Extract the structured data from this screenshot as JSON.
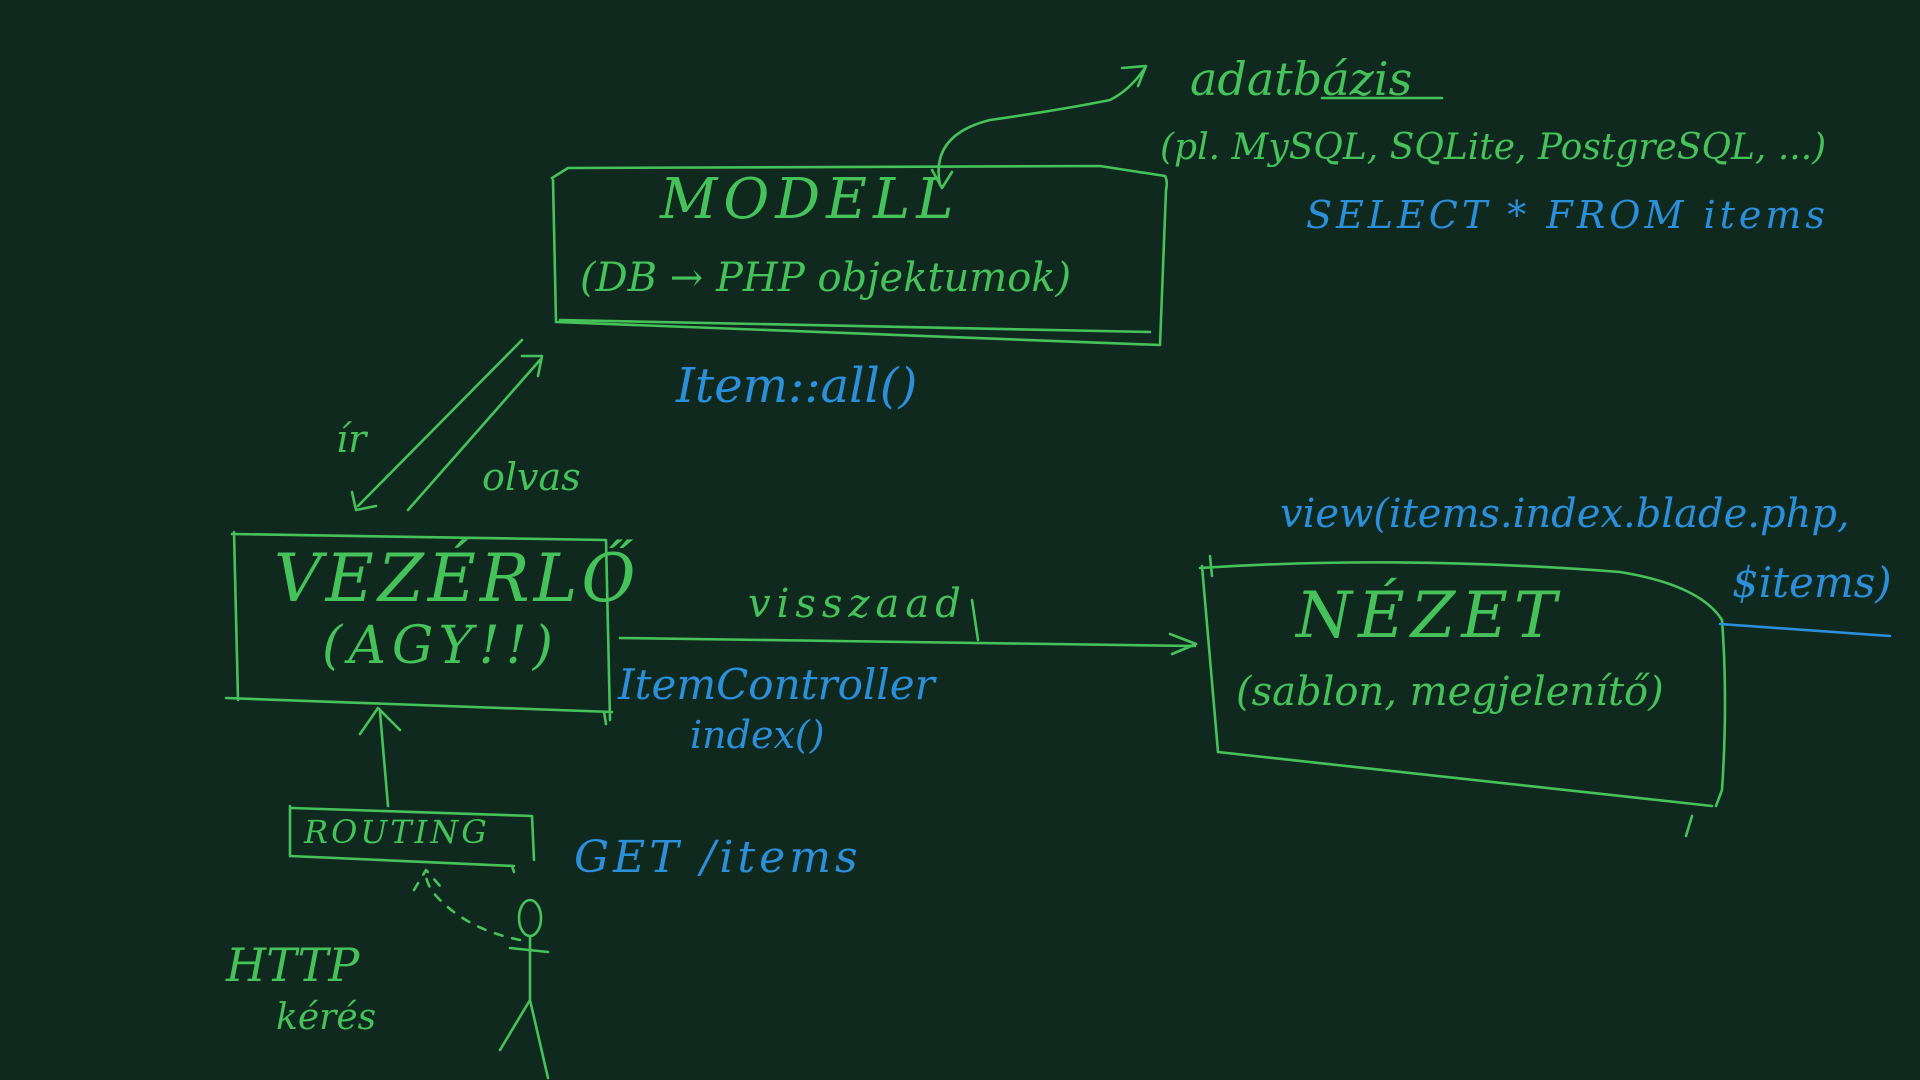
{
  "model": {
    "title": "MODELL",
    "subtitle": "(DB → PHP objektumok)",
    "call": "Item::all()"
  },
  "database": {
    "label": "adatbázis",
    "examples": "(pl. MySQL, SQLite, PostgreSQL, ...)",
    "query": "SELECT * FROM items"
  },
  "controller": {
    "title": "VEZÉRLŐ",
    "subtitle": "(AGY!!)",
    "class_name": "ItemController",
    "method": "index()"
  },
  "arrows": {
    "write": "ír",
    "read": "olvas",
    "returns": "visszaad"
  },
  "view": {
    "title": "NÉZET",
    "subtitle": "(sablon, megjelenítő)",
    "call_line1": "view(items.index.blade.php,",
    "call_line2": "$items)"
  },
  "routing": {
    "label": "ROUTING",
    "request": "GET /items"
  },
  "http": {
    "line1": "HTTP",
    "line2": "kérés"
  },
  "colors": {
    "background": "#10291f",
    "green_ink": "#46c25a",
    "blue_ink": "#2b8fd9"
  }
}
